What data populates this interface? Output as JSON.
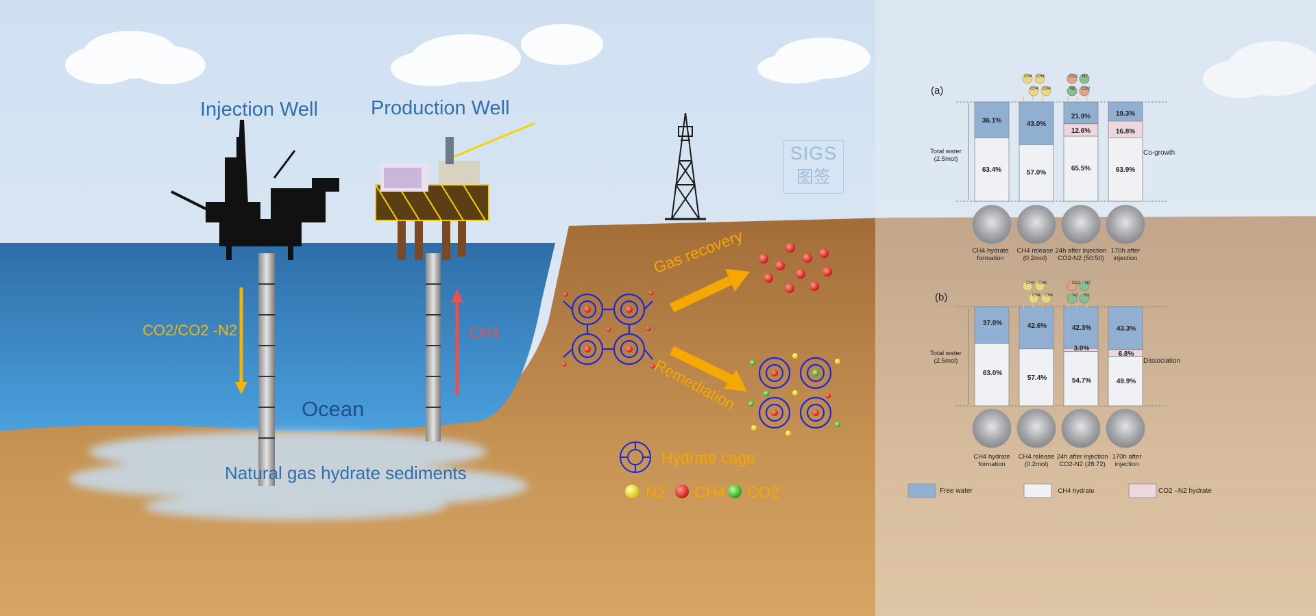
{
  "labels": {
    "injection_well": "Injection Well",
    "production_well": "Production  Well",
    "ocean": "Ocean",
    "sediments": "Natural gas hydrate sediments",
    "injected_gas": "CO2/CO2 -N2",
    "produced_gas": "CH4",
    "gas_recovery": "Gas recovery",
    "remediation": "Remediation",
    "hydrate_cage": "Hydrate cage",
    "n2": "N2",
    "ch4": "CH4",
    "co2": "CO2"
  },
  "watermark": {
    "line1": "SIGS",
    "line2": "图签"
  },
  "panel_a": {
    "tag": "(a)",
    "total_water": "Total water (2.5mol)",
    "side_label": "Co-growth",
    "columns": [
      {
        "top": "36.1%",
        "mid": "",
        "bottom": "63.4%",
        "caption": "CH4 hydrate formation"
      },
      {
        "top": "43.0%",
        "mid": "",
        "bottom": "57.0%",
        "caption": "CH4 release (0.2mol)"
      },
      {
        "top": "21.9%",
        "mid": "12.6%",
        "bottom": "65.5%",
        "caption": "24h after injection CO2-N2 (50:50)"
      },
      {
        "top": "19.3%",
        "mid": "16.8%",
        "bottom": "63.9%",
        "caption": "170h after injection"
      }
    ]
  },
  "panel_b": {
    "tag": "(b)",
    "total_water": "Total water (2.5mol)",
    "side_label": "Dissociation",
    "columns": [
      {
        "top": "37.0%",
        "mid": "",
        "bottom": "63.0%",
        "caption": "CH4 hydrate formation"
      },
      {
        "top": "42.6%",
        "mid": "",
        "bottom": "57.4%",
        "caption": "CH4 release (0.2mol)"
      },
      {
        "top": "42.3%",
        "mid": "3.0%",
        "bottom": "54.7%",
        "caption": "24h after injection CO2-N2 (28:72)"
      },
      {
        "top": "43.3%",
        "mid": "6.8%",
        "bottom": "49.9%",
        "caption": "170h after injection"
      }
    ]
  },
  "molecule_badges": {
    "ch4": "CH4",
    "co2": "CO2",
    "n2": "N2"
  },
  "panel_legend": {
    "free_water": "Free water",
    "ch4_hydrate": "CH4 hydrate",
    "co2_n2_hydrate": "CO2 –N2 hydrate"
  },
  "colors": {
    "sky": "#dbe8f5",
    "ocean": "#3f8ccb",
    "seabed": "#c9935a",
    "free_water": "#4a7fb5",
    "ch4_hydrate": "#f4f4f4",
    "co2_n2_hydrate": "#f1c5cd",
    "arrow_orange": "#f5a800",
    "arrow_red": "#e8524a"
  }
}
